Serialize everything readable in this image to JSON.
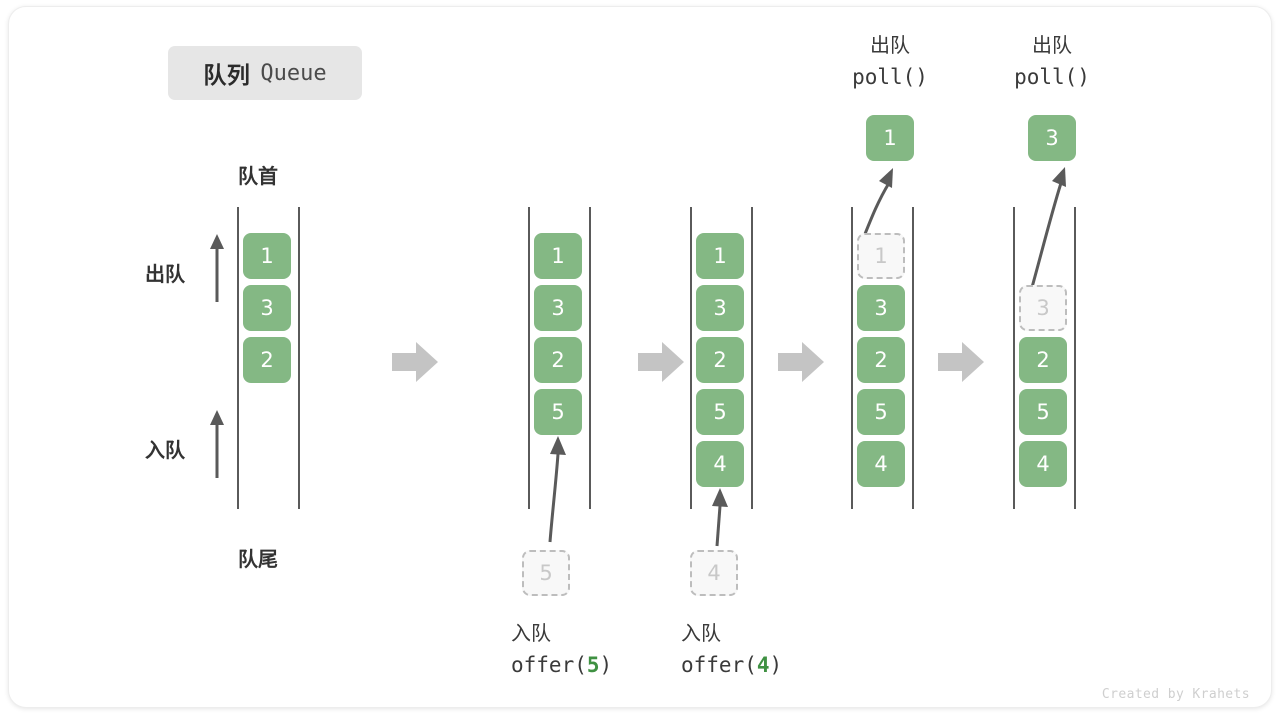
{
  "title": {
    "cn": "队列",
    "en": "Queue"
  },
  "legend": {
    "front_label": "队首",
    "rear_label": "队尾",
    "dequeue_label": "出队",
    "enqueue_label": "入队"
  },
  "colors": {
    "element_fill": "#84b884",
    "element_text": "#ffffff",
    "ghost_fill": "#f8f8f8",
    "ghost_border": "#bdbdbd",
    "ghost_text": "#c8c8c8",
    "rail": "#5a5a5a",
    "flow_arrow": "#c4c4c4",
    "badge_bg": "#e6e6e6",
    "accent_arg": "#3f9142"
  },
  "columns": [
    {
      "id": "state-initial",
      "cells": [
        {
          "value": "1",
          "state": "filled"
        },
        {
          "value": "3",
          "state": "filled"
        },
        {
          "value": "2",
          "state": "filled"
        }
      ],
      "top_label": null,
      "bottom_label": null
    },
    {
      "id": "state-after-offer-5",
      "cells": [
        {
          "value": "1",
          "state": "filled"
        },
        {
          "value": "3",
          "state": "filled"
        },
        {
          "value": "2",
          "state": "filled"
        },
        {
          "value": "5",
          "state": "filled"
        }
      ],
      "incoming": {
        "value": "5",
        "state": "ghost"
      },
      "bottom_label": {
        "cn": "入队",
        "code_prefix": "offer(",
        "arg": "5",
        "code_suffix": ")"
      }
    },
    {
      "id": "state-after-offer-4",
      "cells": [
        {
          "value": "1",
          "state": "filled"
        },
        {
          "value": "3",
          "state": "filled"
        },
        {
          "value": "2",
          "state": "filled"
        },
        {
          "value": "5",
          "state": "filled"
        },
        {
          "value": "4",
          "state": "filled"
        }
      ],
      "incoming": {
        "value": "4",
        "state": "ghost"
      },
      "bottom_label": {
        "cn": "入队",
        "code_prefix": "offer(",
        "arg": "4",
        "code_suffix": ")"
      }
    },
    {
      "id": "state-after-poll-1",
      "cells": [
        {
          "value": "1",
          "state": "ghost"
        },
        {
          "value": "3",
          "state": "filled"
        },
        {
          "value": "2",
          "state": "filled"
        },
        {
          "value": "5",
          "state": "filled"
        },
        {
          "value": "4",
          "state": "filled"
        }
      ],
      "outgoing": {
        "value": "1",
        "state": "filled"
      },
      "top_label": {
        "cn": "出队",
        "code": "poll()"
      }
    },
    {
      "id": "state-after-poll-3",
      "cells": [
        {
          "value": "3",
          "state": "ghost"
        },
        {
          "value": "2",
          "state": "filled"
        },
        {
          "value": "5",
          "state": "filled"
        },
        {
          "value": "4",
          "state": "filled"
        }
      ],
      "outgoing": {
        "value": "3",
        "state": "filled"
      },
      "top_label": {
        "cn": "出队",
        "code": "poll()"
      }
    }
  ],
  "flow_arrow_count": 4,
  "watermark": "Created by Krahets"
}
